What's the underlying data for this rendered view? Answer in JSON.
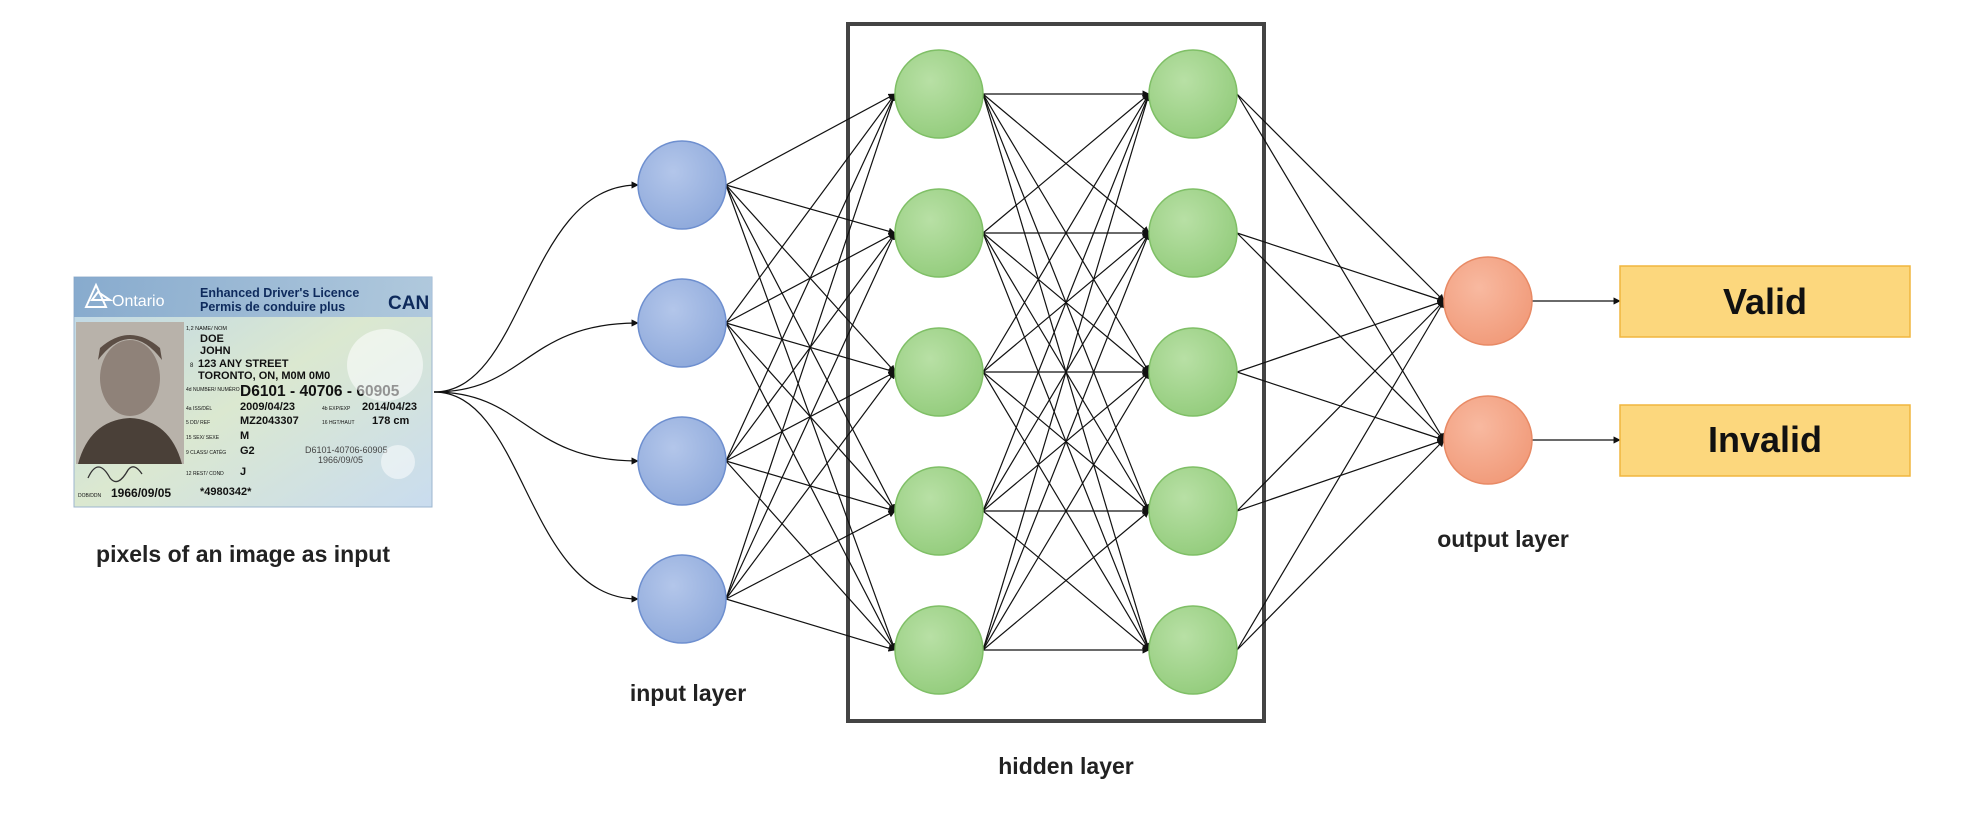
{
  "labels": {
    "image_input": "pixels of an image as input",
    "input_layer": "input layer",
    "hidden_layer": "hidden layer",
    "output_layer": "output layer"
  },
  "outputs": [
    "Valid",
    "Invalid"
  ],
  "network": {
    "input_nodes": 4,
    "hidden_layer_count": 2,
    "hidden_nodes_per_layer": 5,
    "output_nodes": 2
  },
  "colors": {
    "input_node": "#8ea9db",
    "hidden_node": "#9fd38a",
    "output_node": "#f4a183",
    "output_box": "#fcd77d",
    "edge": "#111111"
  },
  "id_card": {
    "province": "Ontario",
    "title_en": "Enhanced Driver's Licence",
    "title_fr": "Permis de conduire plus",
    "country": "CAN",
    "name_label": "1,2 NAME/ NOM",
    "last_name": "DOE",
    "first_name": "JOHN",
    "address_label": "8",
    "street": "123 ANY STREET",
    "city": "TORONTO, ON, M0M 0M0",
    "number_label": "4d NUMBER/ NUMÉRO",
    "number": "D6101 - 40706 - 60905",
    "issued_label": "4a ISS/DÉL",
    "issued": "2009/04/23",
    "expiry_label": "4b EXP/EXP",
    "expiry": "2014/04/23",
    "dd_label": "5 DD/ REF",
    "dd": "MZ2043307",
    "height_label": "16 HGT/HAUT",
    "height": "178 cm",
    "sex_label": "15 SEX/ SEXE",
    "sex": "M",
    "class_label": "9 CLASS/ CATÉG",
    "class": "G2",
    "rest_label": "12 REST/ COND",
    "rest": "J",
    "dob_label": "DOB/DDN",
    "dob": "1966/09/05",
    "ghost_number": "D6101-40706-60905",
    "ghost_dob": "1966/09/05",
    "barcode_text": "*4980342*"
  }
}
